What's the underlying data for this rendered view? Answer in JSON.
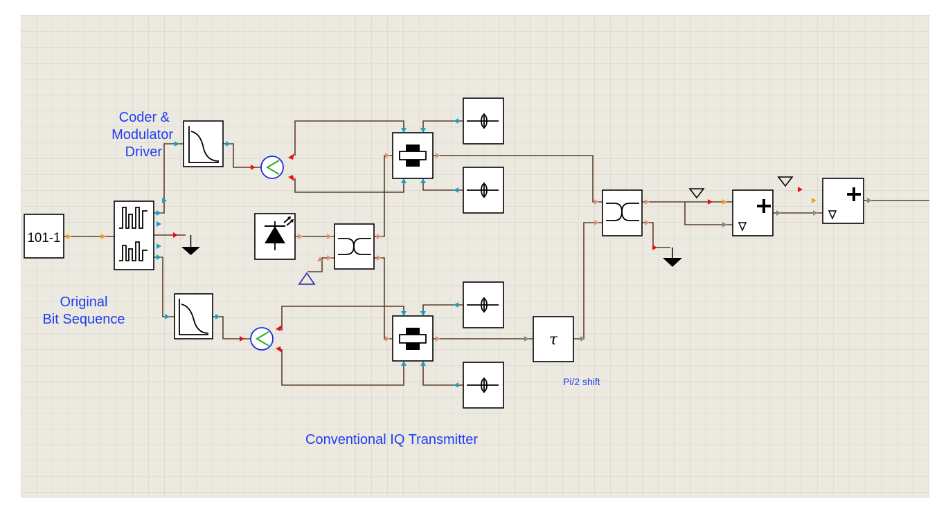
{
  "diagram": {
    "labels": {
      "coder": [
        "Coder &",
        "Modulator",
        "Driver"
      ],
      "original": [
        "Original",
        "Bit Sequence"
      ],
      "transmitter": "Conventional IQ Transmitter",
      "pi_shift": "Pi/2 shift"
    },
    "components": {
      "bit_generator": "101-1"
    },
    "colors": {
      "canvas": "#ece9e1",
      "grid": "#d2cfc6",
      "wire": "#5a3e28",
      "label": "#1f3df0",
      "port_electrical": "#1b9fbf",
      "port_optical": "#e09078",
      "port_binary": "#f0a020",
      "port_red": "#e81010",
      "port_gray": "#8a8a8a"
    }
  }
}
